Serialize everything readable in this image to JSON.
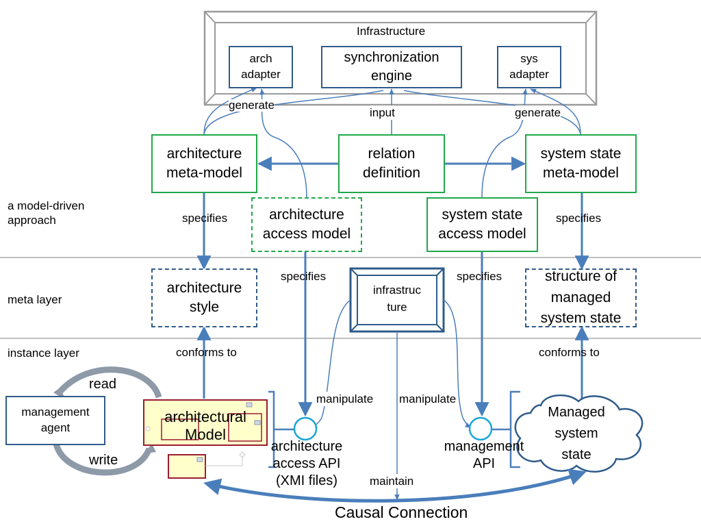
{
  "side_labels": {
    "model_driven": "a model-driven\napproach",
    "meta_layer": "meta layer",
    "instance_layer": "instance layer"
  },
  "infrastructure_top": {
    "title": "Infrastructure",
    "arch_adapter": "arch\nadapter",
    "sync_engine": "synchronization\nengine",
    "sys_adapter": "sys\nadapter"
  },
  "edge_labels": {
    "generate_left": "generate",
    "input": "input",
    "generate_right": "generate",
    "specifies_left": "specifies",
    "specifies_right": "specifies",
    "specifies_mid_left": "specifies",
    "specifies_mid_right": "specifies",
    "conforms_left": "conforms to",
    "conforms_right": "conforms to",
    "manipulate_left": "manipulate",
    "manipulate_right": "manipulate",
    "maintain": "maintain",
    "read": "read",
    "write": "write"
  },
  "nodes": {
    "arch_meta_model": "architecture\nmeta-model",
    "relation_definition": "relation\ndefinition",
    "system_state_meta_model": "system state\nmeta-model",
    "arch_access_model": "architecture\naccess model",
    "system_state_access_model": "system state\naccess model",
    "architecture_style": "architecture\nstyle",
    "infrastructure_meta": "infrastruc\nture",
    "structure_managed": "structure of\nmanaged\nsystem state",
    "management_agent": "management\nagent",
    "architectural_model": "architectural\nModel",
    "arch_access_api": "architecture\naccess API\n(XMI files)",
    "management_api": "management\nAPI",
    "managed_system_state": "Managed\nsystem\nstate"
  },
  "footer": {
    "causal_connection": "Causal Connection"
  },
  "colors": {
    "arrow_blue": "#4a7ebb",
    "green_border": "#1fa84a",
    "navy_border": "#2f5b8a",
    "model_fill": "#ffffcc",
    "model_border": "#9b1c31",
    "separator": "#bfbfbf"
  }
}
